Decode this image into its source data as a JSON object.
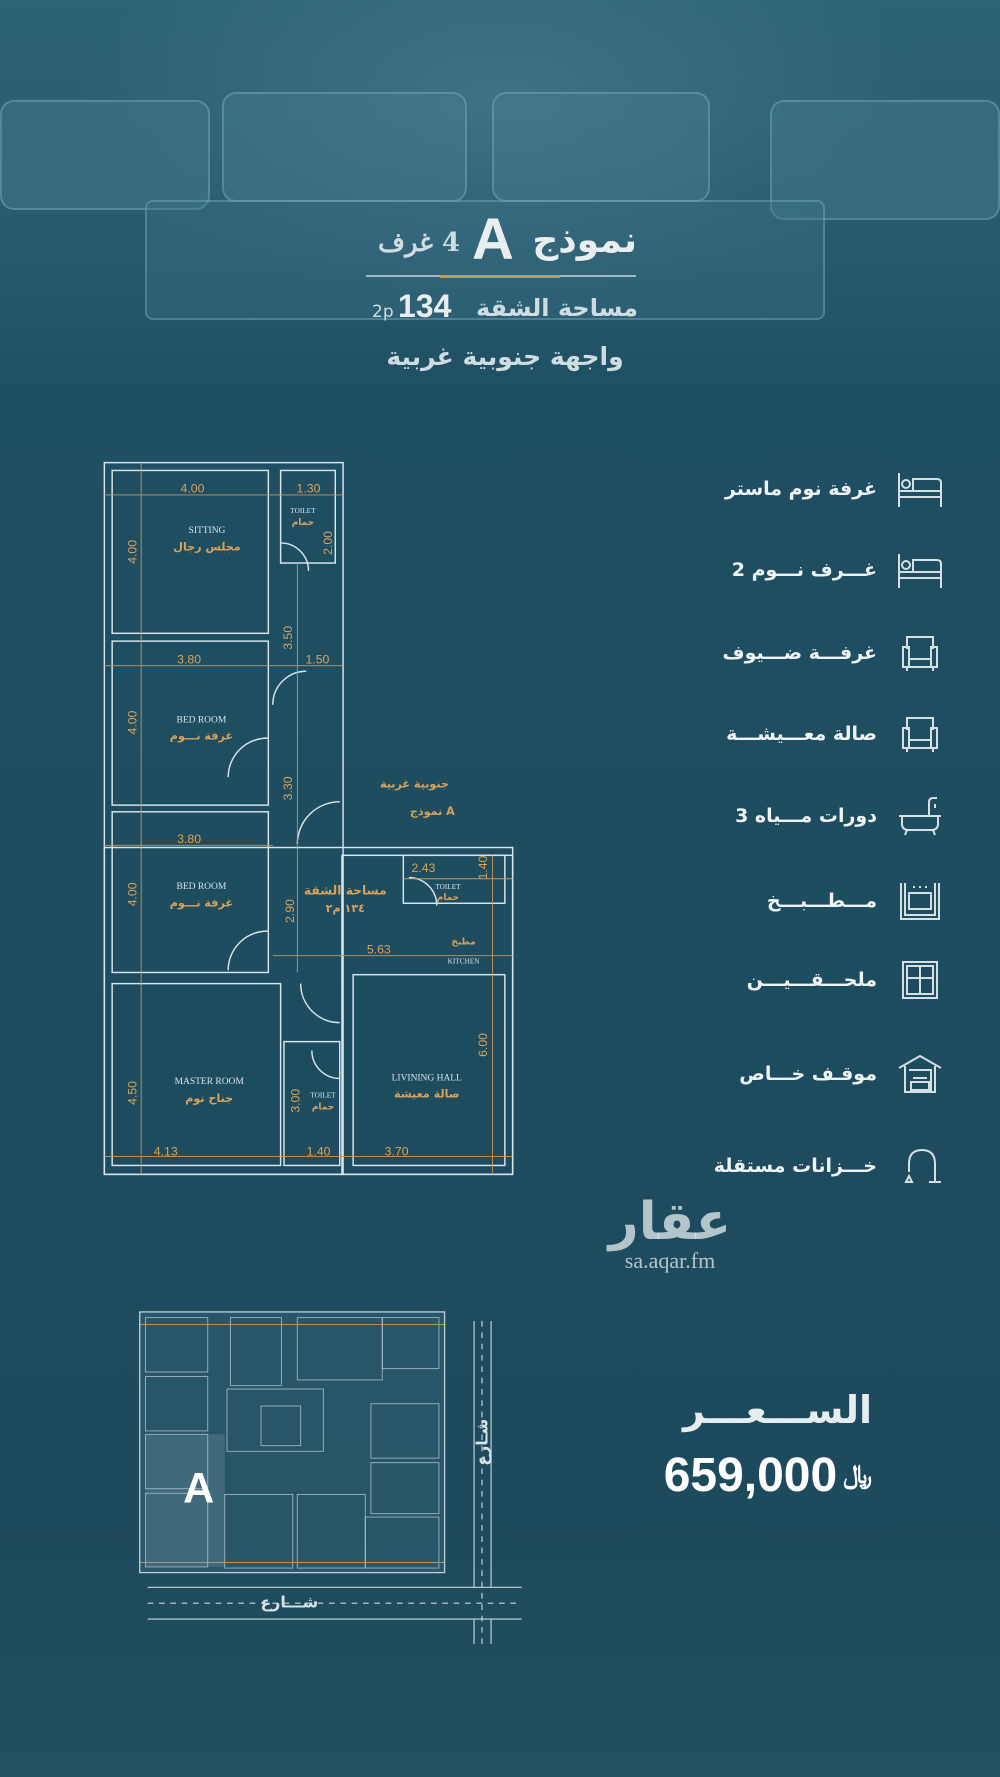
{
  "header": {
    "title_word": "نموذج",
    "title_letter": "A",
    "rooms": "4 غرف",
    "area_label": "مساحة الشقة",
    "area_value": "134",
    "area_unit": "2p",
    "facade": "واجهة جنوبية غربية"
  },
  "plan": {
    "tag_line1": "جنوبية غربية",
    "tag_line2": "نموذج A",
    "area_label": "مساحة الشقة",
    "area_value": "١٣٤ م٢",
    "rooms": [
      {
        "en": "SITTING",
        "ar": "مجلس رجال"
      },
      {
        "en": "BED ROOM",
        "ar": "غرفة نـــوم"
      },
      {
        "en": "BED ROOM",
        "ar": "غرفة نـــوم"
      },
      {
        "en": "MASTER ROOM",
        "ar": "جناح نوم"
      },
      {
        "en": "LIVINING HALL",
        "ar": "صالة معيشة"
      },
      {
        "en": "KITCHEN",
        "ar": "مطبخ"
      },
      {
        "en": "TOILET",
        "ar": "حمام"
      },
      {
        "en": "TOILET",
        "ar": "حمام"
      },
      {
        "en": "TOILET",
        "ar": "حمام"
      }
    ],
    "dimensions": [
      "4.00",
      "1.30",
      "2.00",
      "4.00",
      "3.50",
      "1.50",
      "3.80",
      "4.00",
      "3.30",
      "3.80",
      "4.00",
      "2.90",
      "2.43",
      "1.40",
      "5.63",
      "6.00",
      "4.50",
      "3.00",
      "1.40",
      "4.13",
      "3.70"
    ]
  },
  "features": [
    {
      "icon": "bed-icon",
      "label": "غرفة نوم ماستر"
    },
    {
      "icon": "bed-icon",
      "label": "2 غـــرف نـــوم"
    },
    {
      "icon": "armchair-icon",
      "label": "غرفـــة ضـــيوف"
    },
    {
      "icon": "armchair-icon",
      "label": "صالة معـــيشـــة"
    },
    {
      "icon": "bathtub-icon",
      "label": "3 دورات مـــياه"
    },
    {
      "icon": "oven-icon",
      "label": "مـــطـــبـــخ"
    },
    {
      "icon": "window-icon",
      "label": "ملحـــقـــيـــن"
    },
    {
      "icon": "garage-icon",
      "label": "موقـف خـــاص"
    },
    {
      "icon": "faucet-icon",
      "label": "خـــزانات مستقلة"
    }
  ],
  "watermark": {
    "logo": "عقار",
    "url": "sa.aqar.fm"
  },
  "site": {
    "unit_letter": "A",
    "street_bottom": "شـــارع",
    "street_side": "شـارع"
  },
  "price": {
    "label": "الســـعـــر",
    "value": "659,000",
    "currency": "﷼"
  },
  "colors": {
    "background": "#1f4f62",
    "accent": "#c59a57",
    "plan_lines": "#d7e5ec",
    "plan_text": "#d9a25a"
  }
}
